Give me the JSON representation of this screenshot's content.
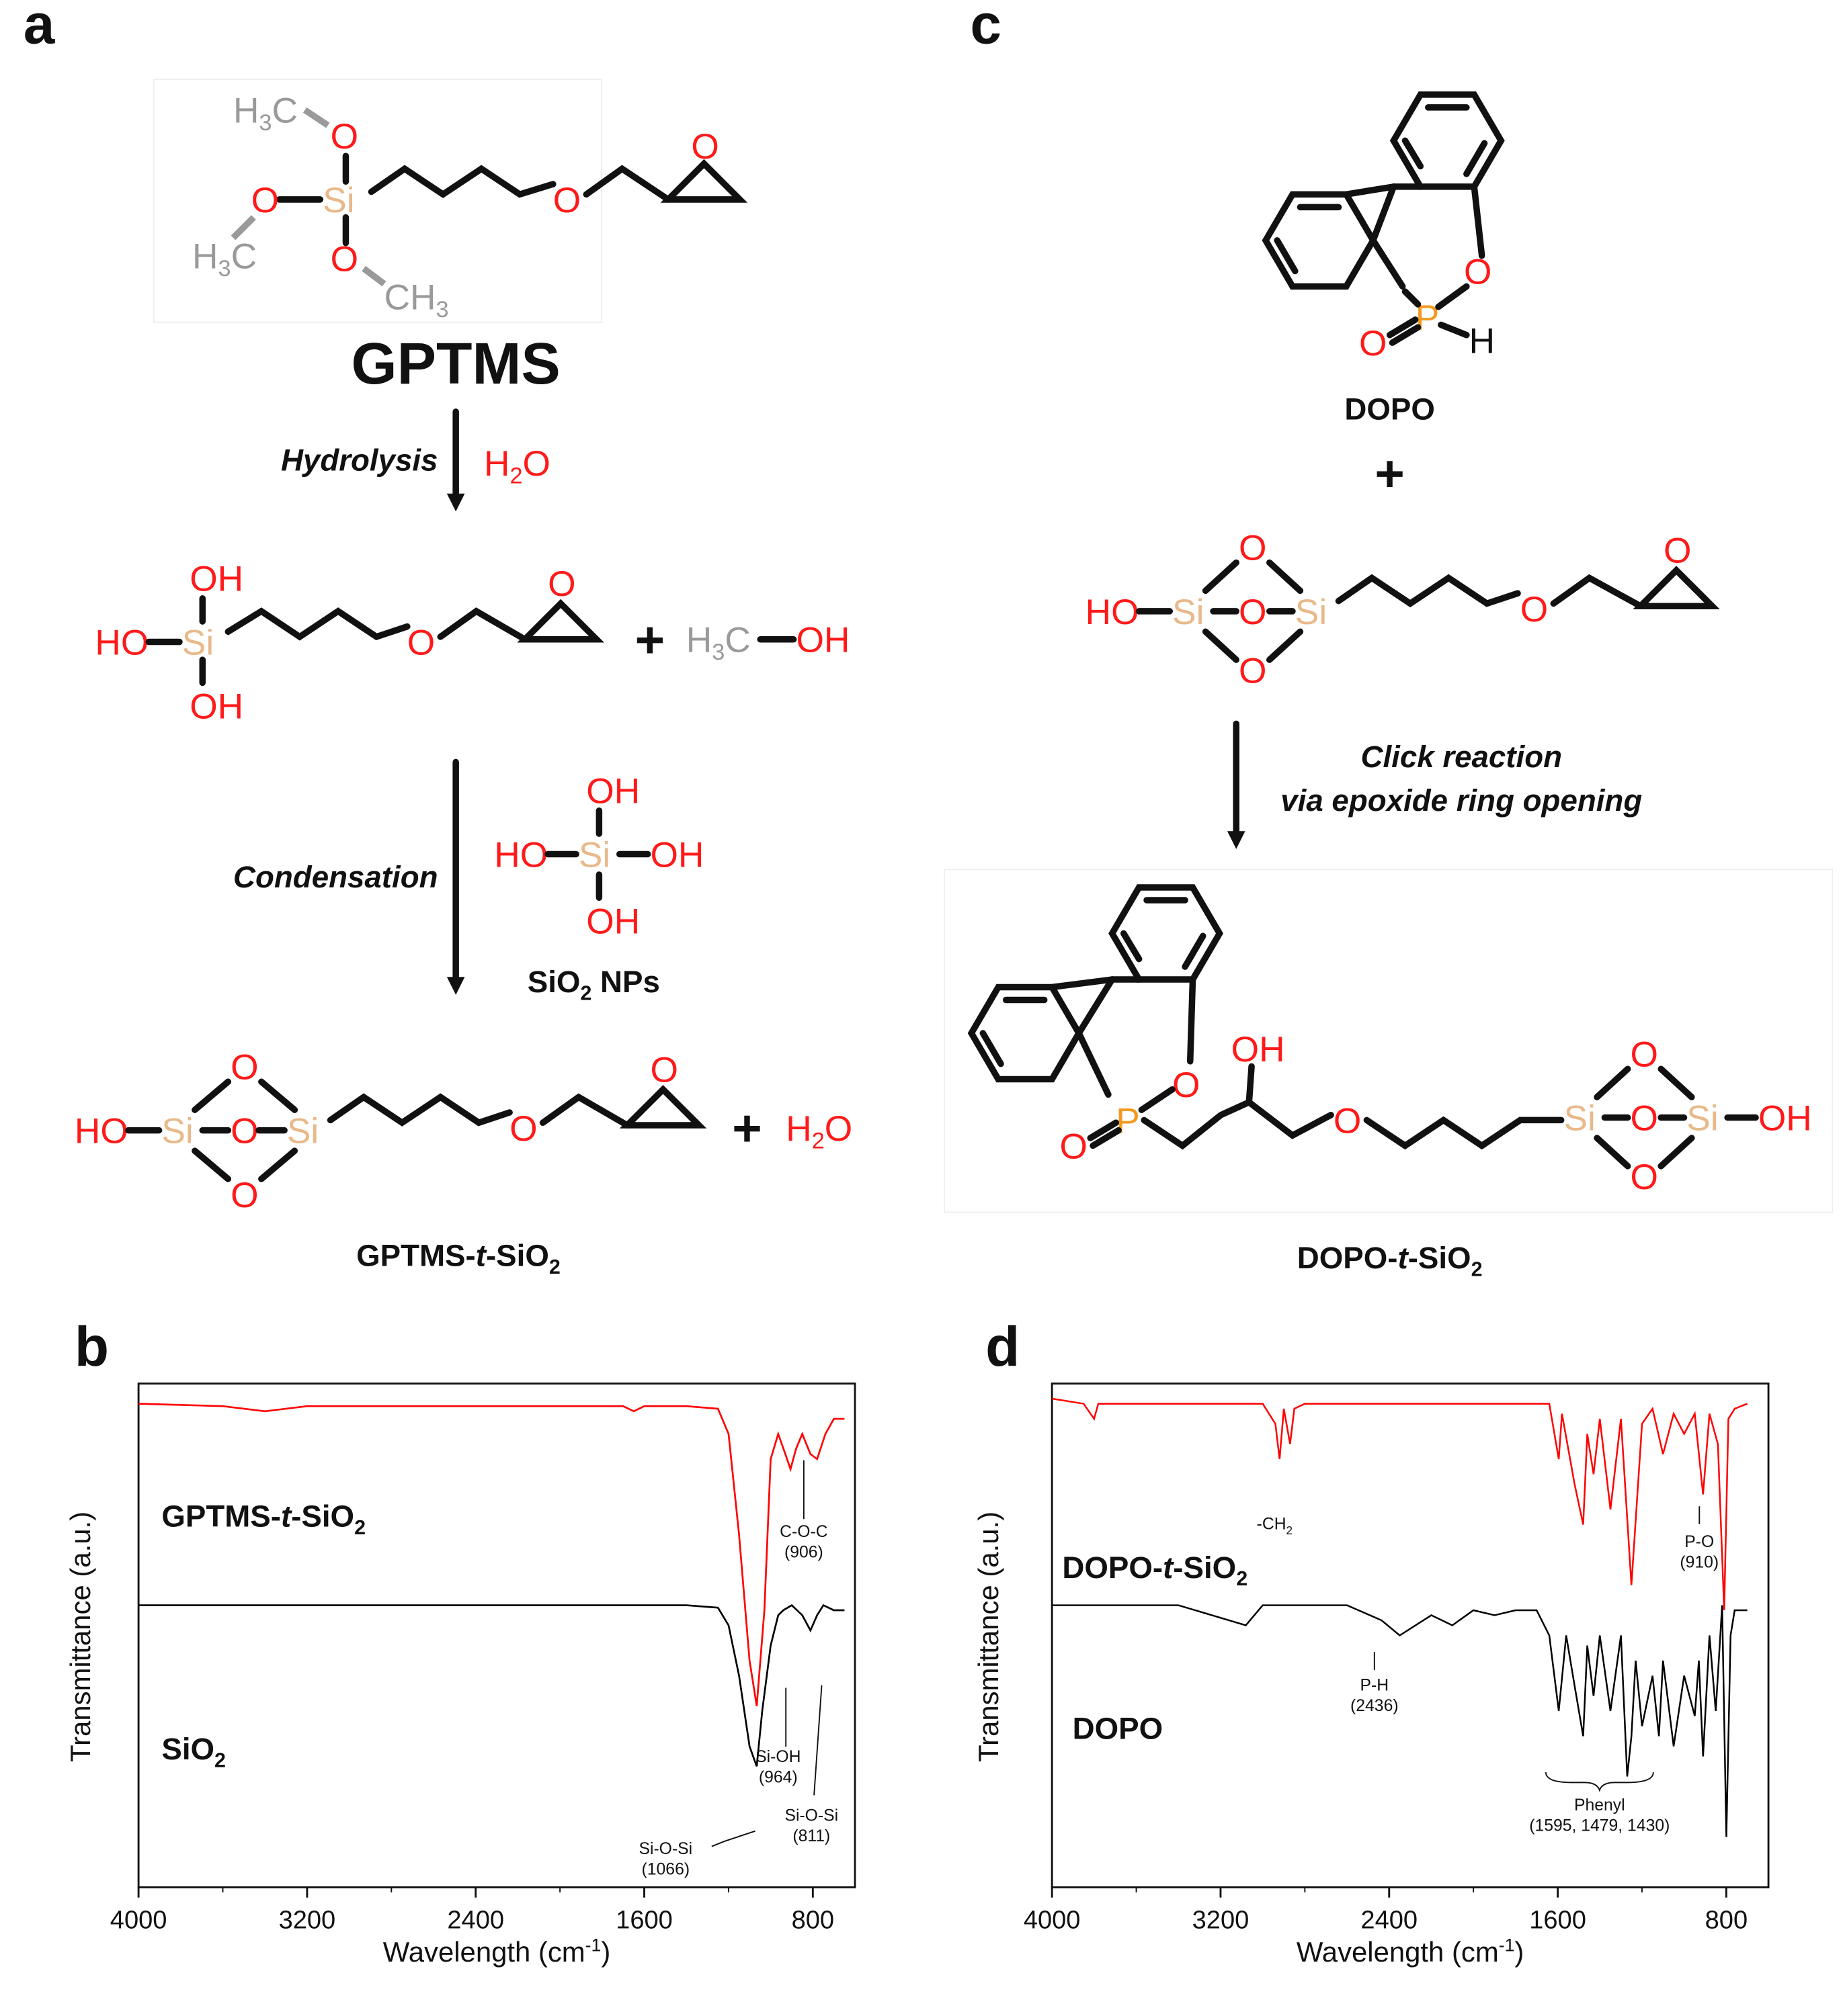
{
  "panels": {
    "a": "a",
    "b": "b",
    "c": "c",
    "d": "d"
  },
  "scheme_a": {
    "gptms": "GPTMS",
    "hydrolysis": "Hydrolysis",
    "h2o_1": "H",
    "h2o_sub": "2",
    "h2o_o": "O",
    "methanol_h3c": "H",
    "methanol_3": "3",
    "methanol_c": "C",
    "methanol_oh": "OH",
    "condensation": "Condensation",
    "sio2_nps": "SiO",
    "sio2_sub": "2",
    "sio2_nps_tail": " NPs",
    "product": "GPTMS-",
    "product_t": "t",
    "product_tail": "-SiO",
    "product_sub": "2",
    "plus": "+"
  },
  "scheme_c": {
    "dopo": "DOPO",
    "plus": "+",
    "click1": "Click reaction",
    "click2": "via epoxide ring opening",
    "product": "DOPO-",
    "product_t": "t",
    "product_tail": "-SiO",
    "product_sub": "2"
  },
  "colors": {
    "red_trace": "#ff0000",
    "black_trace": "#000000",
    "oxygen": "#ff1a1a",
    "silicon": "#e8b98a",
    "phosphorus": "#f39a1e"
  },
  "chart_data": [
    {
      "type": "line",
      "panel": "b",
      "xlabel": "Wavelength (cm",
      "xlabel_sup": "-1",
      "xlabel_close": ")",
      "ylabel": "Transmittance (a.u.)",
      "xlim": [
        4000,
        600
      ],
      "xticks": [
        "4000",
        "3200",
        "2400",
        "1600",
        "800"
      ],
      "xtick_values": [
        4000,
        3200,
        2400,
        1600,
        800
      ],
      "series": [
        {
          "name": "GPTMS-t-SiO2",
          "color": "#ff0000",
          "x": [
            4000,
            3600,
            3400,
            3200,
            3000,
            2600,
            2000,
            1700,
            1650,
            1600,
            1400,
            1250,
            1200,
            1150,
            1100,
            1066,
            1030,
            1000,
            964,
            930,
            906,
            880,
            850,
            811,
            780,
            740,
            700,
            650
          ],
          "y": [
            0.96,
            0.955,
            0.945,
            0.955,
            0.955,
            0.955,
            0.955,
            0.955,
            0.945,
            0.955,
            0.955,
            0.95,
            0.9,
            0.7,
            0.45,
            0.36,
            0.55,
            0.85,
            0.9,
            0.86,
            0.83,
            0.87,
            0.9,
            0.86,
            0.85,
            0.9,
            0.93,
            0.93
          ]
        },
        {
          "name": "SiO2",
          "color": "#000000",
          "x": [
            4000,
            3800,
            3600,
            3400,
            3200,
            2800,
            2400,
            2000,
            1600,
            1400,
            1250,
            1200,
            1150,
            1100,
            1066,
            1040,
            1000,
            964,
            940,
            900,
            850,
            811,
            780,
            750,
            700,
            650
          ],
          "y": [
            0.56,
            0.56,
            0.56,
            0.56,
            0.56,
            0.56,
            0.56,
            0.56,
            0.56,
            0.56,
            0.555,
            0.52,
            0.42,
            0.28,
            0.24,
            0.35,
            0.48,
            0.54,
            0.55,
            0.56,
            0.54,
            0.51,
            0.54,
            0.56,
            0.55,
            0.55
          ]
        }
      ],
      "labels": [
        {
          "text": "GPTMS-",
          "t": "t",
          "tail": "-SiO",
          "sub": "2"
        },
        {
          "text": "SiO",
          "sub": "2"
        }
      ],
      "annotations": [
        {
          "l1": "C-O-C",
          "l2": "(906)"
        },
        {
          "l1": "Si-OH",
          "l2": "(964)"
        },
        {
          "l1": "Si-O-Si",
          "l2": "(811)"
        },
        {
          "l1": "Si-O-Si",
          "l2": "(1066)"
        }
      ]
    },
    {
      "type": "line",
      "panel": "d",
      "xlabel": "Wavelength (cm",
      "xlabel_sup": "-1",
      "xlabel_close": ")",
      "xlim": [
        4000,
        600
      ],
      "xticks": [
        "4000",
        "3200",
        "2400",
        "1600",
        "800"
      ],
      "xtick_values": [
        4000,
        3200,
        2400,
        1600,
        800
      ],
      "series": [
        {
          "name": "DOPO-t-SiO2",
          "color": "#ff0000",
          "x": [
            4000,
            3850,
            3800,
            3780,
            3700,
            3200,
            3000,
            2940,
            2920,
            2900,
            2870,
            2850,
            2800,
            2400,
            2000,
            1640,
            1595,
            1580,
            1520,
            1479,
            1460,
            1430,
            1400,
            1350,
            1300,
            1250,
            1200,
            1150,
            1100,
            1050,
            1000,
            950,
            910,
            880,
            840,
            810,
            790,
            760,
            700
          ],
          "y": [
            0.97,
            0.96,
            0.93,
            0.96,
            0.96,
            0.96,
            0.96,
            0.92,
            0.85,
            0.95,
            0.88,
            0.95,
            0.96,
            0.96,
            0.96,
            0.96,
            0.85,
            0.94,
            0.8,
            0.72,
            0.9,
            0.82,
            0.93,
            0.75,
            0.93,
            0.6,
            0.92,
            0.95,
            0.86,
            0.94,
            0.9,
            0.94,
            0.78,
            0.94,
            0.88,
            0.55,
            0.93,
            0.95,
            0.96
          ]
        },
        {
          "name": "DOPO",
          "color": "#000000",
          "x": [
            4000,
            3600,
            3400,
            3080,
            3000,
            2800,
            2600,
            2436,
            2350,
            2200,
            2100,
            2000,
            1900,
            1800,
            1700,
            1640,
            1595,
            1560,
            1520,
            1479,
            1460,
            1430,
            1400,
            1350,
            1300,
            1270,
            1250,
            1230,
            1200,
            1150,
            1120,
            1100,
            1050,
            1000,
            950,
            930,
            910,
            880,
            850,
            820,
            800,
            780,
            760,
            700
          ],
          "y": [
            0.56,
            0.56,
            0.56,
            0.52,
            0.56,
            0.56,
            0.56,
            0.53,
            0.5,
            0.54,
            0.52,
            0.55,
            0.54,
            0.55,
            0.55,
            0.5,
            0.35,
            0.5,
            0.4,
            0.3,
            0.48,
            0.38,
            0.5,
            0.35,
            0.5,
            0.22,
            0.3,
            0.45,
            0.32,
            0.42,
            0.3,
            0.45,
            0.28,
            0.42,
            0.34,
            0.45,
            0.26,
            0.5,
            0.35,
            0.56,
            0.1,
            0.5,
            0.55,
            0.55
          ]
        }
      ],
      "labels": [
        {
          "text": "DOPO-",
          "t": "t",
          "tail": "-SiO",
          "sub": "2"
        },
        {
          "text": "DOPO"
        }
      ],
      "annotations": [
        {
          "l1": "-CH",
          "sub": "2"
        },
        {
          "l1": "P-O",
          "l2": "(910)"
        },
        {
          "l1": "P-H",
          "l2": "(2436)"
        },
        {
          "l1": "Phenyl",
          "l2": "(1595, 1479, 1430)"
        }
      ]
    }
  ]
}
